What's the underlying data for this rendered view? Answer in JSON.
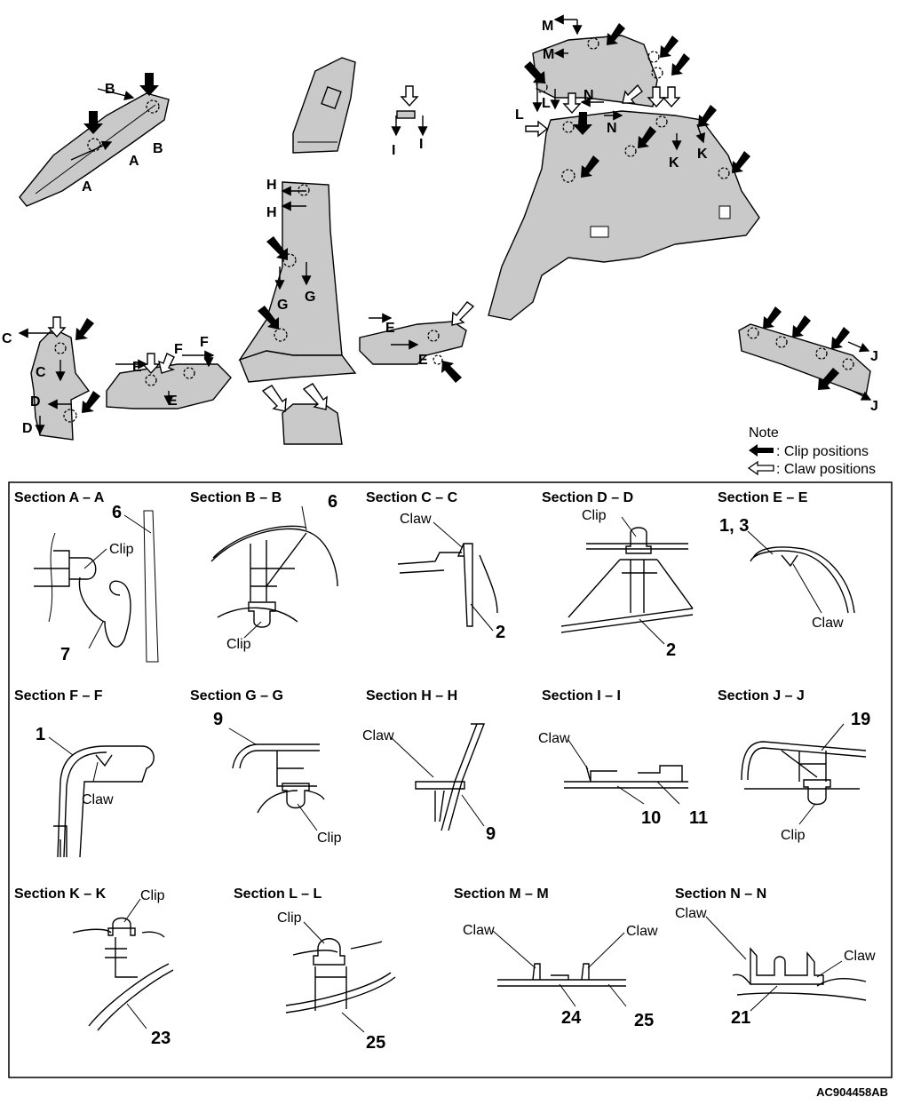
{
  "figure_code": "AC904458AB",
  "note": {
    "title": "Note",
    "clip_label": ": Clip positions",
    "claw_label": ": Claw positions"
  },
  "top_labels": {
    "A": "A",
    "B": "B",
    "C": "C",
    "D": "D",
    "E": "E",
    "F": "F",
    "G": "G",
    "H": "H",
    "I": "I",
    "J": "J",
    "K": "K",
    "L": "L",
    "M": "M",
    "N": "N"
  },
  "sections": [
    {
      "title": "Section A – A",
      "numbers": [
        "6",
        "7"
      ],
      "words": [
        "Clip"
      ]
    },
    {
      "title": "Section B – B",
      "numbers": [
        "6"
      ],
      "words": [
        "Clip"
      ]
    },
    {
      "title": "Section C – C",
      "numbers": [
        "2"
      ],
      "words": [
        "Claw"
      ]
    },
    {
      "title": "Section D – D",
      "numbers": [
        "2"
      ],
      "words": [
        "Clip"
      ]
    },
    {
      "title": "Section E – E",
      "numbers": [
        "1, 3"
      ],
      "words": [
        "Claw"
      ]
    },
    {
      "title": "Section F – F",
      "numbers": [
        "1"
      ],
      "words": [
        "Claw"
      ]
    },
    {
      "title": "Section G – G",
      "numbers": [
        "9"
      ],
      "words": [
        "Clip"
      ]
    },
    {
      "title": "Section H – H",
      "numbers": [
        "9"
      ],
      "words": [
        "Claw"
      ]
    },
    {
      "title": "Section I – I",
      "numbers": [
        "10",
        "11"
      ],
      "words": [
        "Claw"
      ]
    },
    {
      "title": "Section J – J",
      "numbers": [
        "19"
      ],
      "words": [
        "Clip"
      ]
    },
    {
      "title": "Section K – K",
      "numbers": [
        "23"
      ],
      "words": [
        "Clip"
      ]
    },
    {
      "title": "Section L – L",
      "numbers": [
        "25"
      ],
      "words": [
        "Clip"
      ]
    },
    {
      "title": "Section M – M",
      "numbers": [
        "24",
        "25"
      ],
      "words": [
        "Claw",
        "Claw"
      ]
    },
    {
      "title": "Section N – N",
      "numbers": [
        "21"
      ],
      "words": [
        "Claw",
        "Claw"
      ]
    }
  ]
}
